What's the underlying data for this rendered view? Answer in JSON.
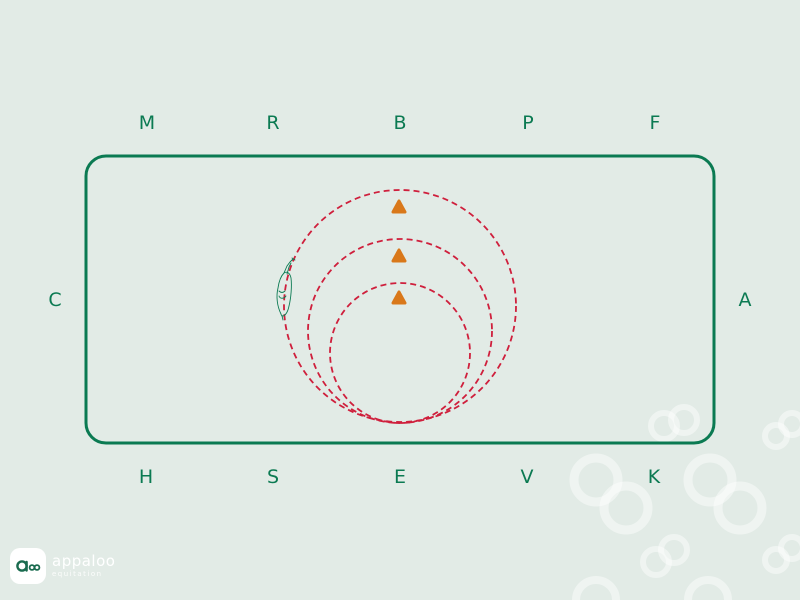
{
  "arena": {
    "letters_top": [
      "M",
      "R",
      "B",
      "P",
      "F"
    ],
    "letters_bottom": [
      "H",
      "S",
      "E",
      "V",
      "K"
    ],
    "letter_left": "C",
    "letter_right": "A"
  },
  "figure": {
    "circles_count": 3,
    "direction_markers": 3,
    "line_color": "#cf1f3c",
    "marker_color": "#d9781a",
    "arena_color": "#0b7a52"
  },
  "brand": {
    "name": "appaloo",
    "tagline": "equitation"
  }
}
